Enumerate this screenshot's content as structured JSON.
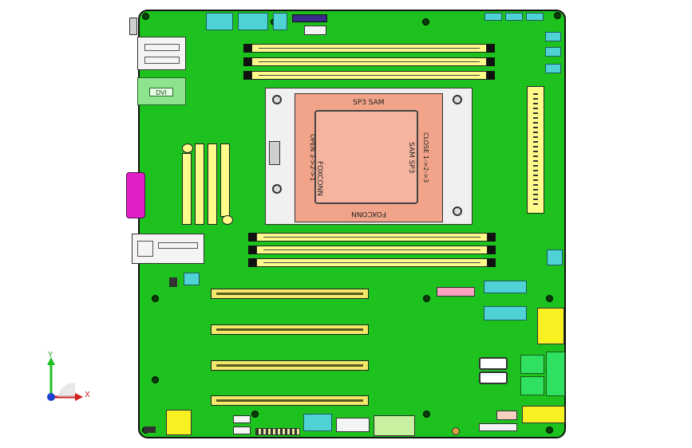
{
  "socket": {
    "top_label": "SP3 SAM",
    "vendor_label_left": "FOXCONN",
    "right_label": "SAM SP3",
    "bottom_label": "FOXCONN",
    "open_label": "OPEN 3->2->1",
    "close_label": "CLOSE 1->2->3"
  },
  "io_panel": {
    "dvi_label": "DVI"
  },
  "axis_triad": {
    "x_label": "X",
    "y_label": "Y"
  },
  "colors": {
    "board": "#1ec21e",
    "dimm": "#fffb8a",
    "socket_body": "#f2a48a",
    "header": "#4fd2d6",
    "com_port": "#e020c8",
    "pink_header": "#f7a0c0"
  },
  "icons": [
    "cad-view-triad-icon"
  ]
}
